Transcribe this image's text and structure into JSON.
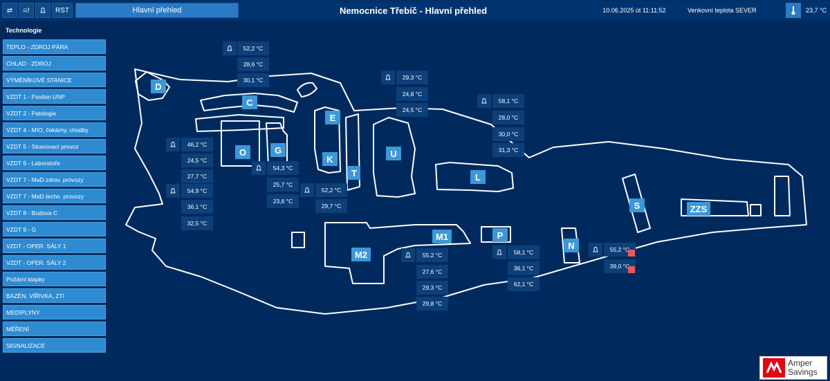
{
  "toolbar": {
    "btn1": "⇄",
    "btn2": "⍾!",
    "btn3": "🔔",
    "rst": "RST",
    "tab": "Hlavní přehled"
  },
  "header": {
    "title": "Nemocnice Třebíč - Hlavní přehled",
    "datetime": "10.06.2025 út 11:11:52",
    "outdoor_label": "Venkovní teplota SEVER",
    "outdoor_value": "23,7 °C"
  },
  "sidebar": {
    "heading": "Technologie",
    "items": [
      "TEPLO - ZDROJ PÁRA",
      "CHLAD - ZDROJ",
      "VÝMĚNÍKOVÉ STANICE",
      "VZDT 1 - Pavilon UNP",
      "VZDT 2 - Patologie",
      "VZDT 4 - MIO, čekárny, chodby",
      "VZDT 5 - Stravovací provoz",
      "VZDT 6 - Laboratoře",
      "VZDT 7 - MaD zdrav. provozy",
      "VZDT 7 - MaD techn. provozy",
      "VZDT 8 - Budova C",
      "VZDT 9 - G",
      "VZDT - OPER. SÁLY 1",
      "VZDT - OPER. SÁLY 2",
      "Požární klapky",
      "BAZÉN, VÍŘIVKA, ZTI",
      "MEDIPLYNY",
      "MĚŘENÍ",
      "SIGNALIZACE"
    ]
  },
  "buildings": [
    "D",
    "C",
    "O",
    "G",
    "E",
    "K",
    "T",
    "U",
    "L",
    "S",
    "ZZS",
    "M1",
    "M2",
    "P",
    "N"
  ],
  "readings": {
    "top": [
      "52,2 °C",
      "28,6 °C",
      "30,1 °C"
    ],
    "left": [
      "46,2 °C",
      "24,5 °C",
      "27,7 °C",
      "54,9 °C",
      "36,1 °C",
      "32,5 °C"
    ],
    "g": [
      "54,3 °C",
      "25,7 °C",
      "23,6 °C"
    ],
    "k": [
      "52,2 °C",
      "29,7 °C"
    ],
    "e": [
      "29,3 °C",
      "24,8 °C",
      "24,5 °C"
    ],
    "u": [
      "58,1 °C",
      "28,0 °C",
      "30,0 °C",
      "31,3 °C"
    ],
    "m": [
      "55,2 °C",
      "27,6 °C",
      "29,3 °C",
      "29,8 °C"
    ],
    "p": [
      "58,1 °C",
      "36,1 °C",
      "62,1 °C"
    ],
    "n": [
      "55,2 °C",
      "39,0 °C"
    ]
  },
  "logo": {
    "line1": "Amper",
    "line2": "Savings"
  },
  "colors": {
    "background": "#002a5e",
    "accent": "#3c98d8",
    "alarm": "#e8585f"
  }
}
